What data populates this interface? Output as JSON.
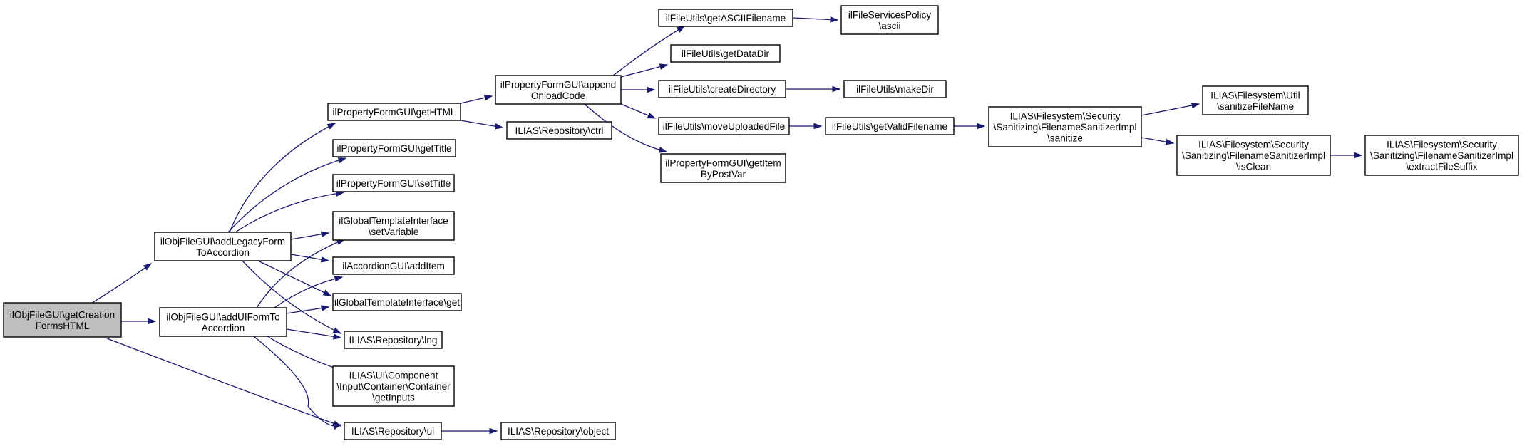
{
  "graph": {
    "nodes": {
      "n1": {
        "lines": [
          "ilObjFileGUI\\getCreation",
          "FormsHTML"
        ],
        "root": true
      },
      "n2": {
        "lines": [
          "ilObjFileGUI\\addLegacyForm",
          "ToAccordion"
        ]
      },
      "n3": {
        "lines": [
          "ilObjFileGUI\\addUIFormTo",
          "Accordion"
        ]
      },
      "n4": {
        "lines": [
          "ILIAS\\Repository\\ui"
        ]
      },
      "n5": {
        "lines": [
          "ilPropertyFormGUI\\getHTML"
        ]
      },
      "n6": {
        "lines": [
          "ilPropertyFormGUI\\getTitle"
        ]
      },
      "n7": {
        "lines": [
          "ilPropertyFormGUI\\setTitle"
        ]
      },
      "n8": {
        "lines": [
          "ilGlobalTemplateInterface",
          "\\setVariable"
        ]
      },
      "n9": {
        "lines": [
          "ilAccordionGUI\\addItem"
        ]
      },
      "n10": {
        "lines": [
          "ilGlobalTemplateInterface\\get"
        ]
      },
      "n11": {
        "lines": [
          "ILIAS\\Repository\\lng"
        ]
      },
      "n12": {
        "lines": [
          "ILIAS\\UI\\Component",
          "\\Input\\Container\\Container",
          "\\getInputs"
        ]
      },
      "n13": {
        "lines": [
          "ILIAS\\Repository\\object"
        ]
      },
      "n14": {
        "lines": [
          "ilPropertyFormGUI\\append",
          "OnloadCode"
        ]
      },
      "n15": {
        "lines": [
          "ILIAS\\Repository\\ctrl"
        ]
      },
      "n16": {
        "lines": [
          "ilFileUtils\\getASCIIFilename"
        ]
      },
      "n17": {
        "lines": [
          "ilFileUtils\\getDataDir"
        ]
      },
      "n18": {
        "lines": [
          "ilFileUtils\\createDirectory"
        ]
      },
      "n19": {
        "lines": [
          "ilFileUtils\\moveUploadedFile"
        ]
      },
      "n20": {
        "lines": [
          "ilPropertyFormGUI\\getItem",
          "ByPostVar"
        ]
      },
      "n21": {
        "lines": [
          "ilFileServicesPolicy",
          "\\ascii"
        ]
      },
      "n22": {
        "lines": [
          "ilFileUtils\\makeDir"
        ]
      },
      "n23": {
        "lines": [
          "ilFileUtils\\getValidFilename"
        ]
      },
      "n24": {
        "lines": [
          "ILIAS\\Filesystem\\Security",
          "\\Sanitizing\\FilenameSanitizerImpl",
          "\\sanitize"
        ]
      },
      "n25": {
        "lines": [
          "ILIAS\\Filesystem\\Util",
          "\\sanitizeFileName"
        ]
      },
      "n26": {
        "lines": [
          "ILIAS\\Filesystem\\Security",
          "\\Sanitizing\\FilenameSanitizerImpl",
          "\\isClean"
        ]
      },
      "n27": {
        "lines": [
          "ILIAS\\Filesystem\\Security",
          "\\Sanitizing\\FilenameSanitizerImpl",
          "\\extractFileSuffix"
        ]
      }
    },
    "edges": [
      [
        "n1",
        "n2"
      ],
      [
        "n1",
        "n3"
      ],
      [
        "n1",
        "n4"
      ],
      [
        "n2",
        "n5"
      ],
      [
        "n2",
        "n6"
      ],
      [
        "n2",
        "n7"
      ],
      [
        "n2",
        "n8"
      ],
      [
        "n2",
        "n9"
      ],
      [
        "n2",
        "n10"
      ],
      [
        "n2",
        "n11"
      ],
      [
        "n3",
        "n8"
      ],
      [
        "n3",
        "n9"
      ],
      [
        "n3",
        "n10"
      ],
      [
        "n3",
        "n11"
      ],
      [
        "n3",
        "n12"
      ],
      [
        "n3",
        "n4"
      ],
      [
        "n4",
        "n13"
      ],
      [
        "n5",
        "n14"
      ],
      [
        "n5",
        "n15"
      ],
      [
        "n14",
        "n16"
      ],
      [
        "n14",
        "n17"
      ],
      [
        "n14",
        "n18"
      ],
      [
        "n14",
        "n19"
      ],
      [
        "n14",
        "n20"
      ],
      [
        "n16",
        "n21"
      ],
      [
        "n18",
        "n22"
      ],
      [
        "n19",
        "n23"
      ],
      [
        "n23",
        "n24"
      ],
      [
        "n24",
        "n25"
      ],
      [
        "n24",
        "n26"
      ],
      [
        "n26",
        "n27"
      ]
    ],
    "colors": {
      "edge": "#191970",
      "root_fill": "#bfbfbf",
      "node_fill": "#ffffff",
      "border": "#000000"
    }
  }
}
